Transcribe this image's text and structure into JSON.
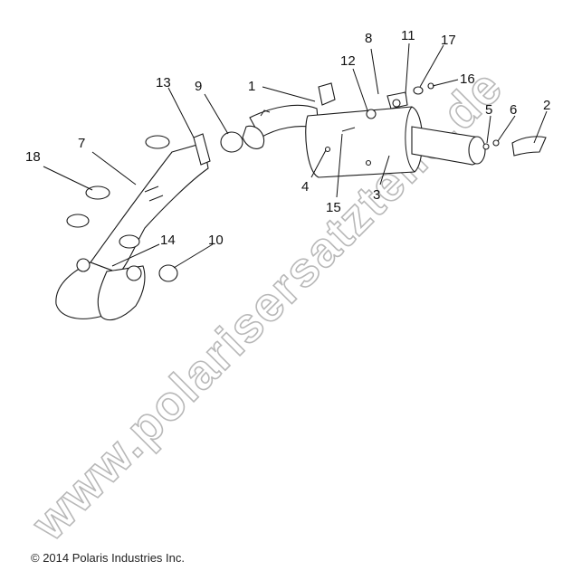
{
  "callouts": [
    {
      "id": "1",
      "label": "1"
    },
    {
      "id": "2",
      "label": "2"
    },
    {
      "id": "3",
      "label": "3"
    },
    {
      "id": "4",
      "label": "4"
    },
    {
      "id": "5",
      "label": "5"
    },
    {
      "id": "6",
      "label": "6"
    },
    {
      "id": "7",
      "label": "7"
    },
    {
      "id": "8",
      "label": "8"
    },
    {
      "id": "9",
      "label": "9"
    },
    {
      "id": "10",
      "label": "10"
    },
    {
      "id": "11",
      "label": "11"
    },
    {
      "id": "12",
      "label": "12"
    },
    {
      "id": "13",
      "label": "13"
    },
    {
      "id": "14",
      "label": "14"
    },
    {
      "id": "15",
      "label": "15"
    },
    {
      "id": "16",
      "label": "16"
    },
    {
      "id": "17",
      "label": "17"
    },
    {
      "id": "18",
      "label": "18"
    }
  ],
  "watermark": "www.polarisersatzteile.de",
  "copyright": "© 2014 Polaris Industries Inc."
}
